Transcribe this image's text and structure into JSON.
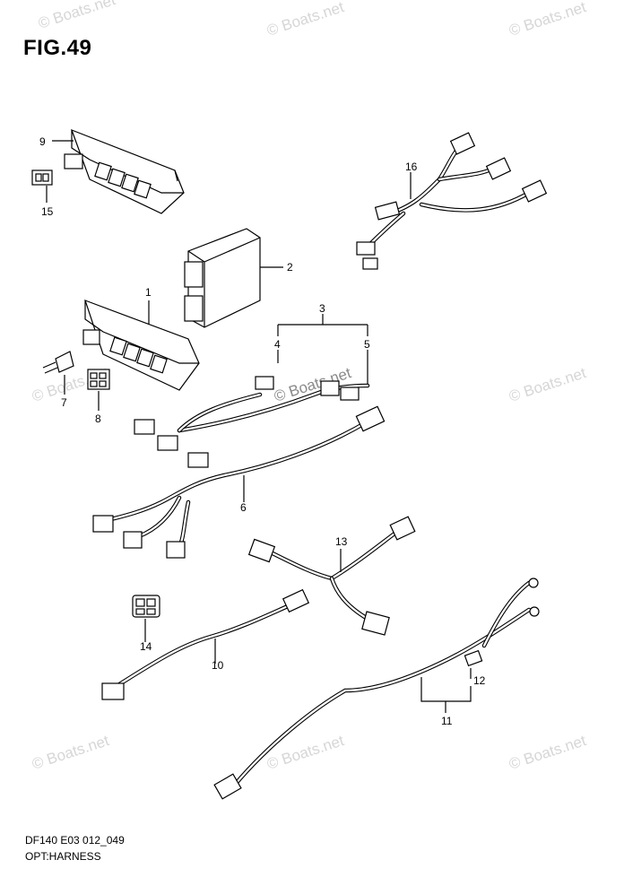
{
  "figure": {
    "title": "FIG.49"
  },
  "footer": {
    "code": "DF140 E03 012_049",
    "name": "OPT:HARNESS"
  },
  "watermark": {
    "text": "© Boats.net"
  },
  "parts": [
    {
      "ref": "1"
    },
    {
      "ref": "2"
    },
    {
      "ref": "3"
    },
    {
      "ref": "4"
    },
    {
      "ref": "5"
    },
    {
      "ref": "6"
    },
    {
      "ref": "7"
    },
    {
      "ref": "8"
    },
    {
      "ref": "9"
    },
    {
      "ref": "10"
    },
    {
      "ref": "11"
    },
    {
      "ref": "12"
    },
    {
      "ref": "13"
    },
    {
      "ref": "14"
    },
    {
      "ref": "15"
    },
    {
      "ref": "16"
    }
  ]
}
